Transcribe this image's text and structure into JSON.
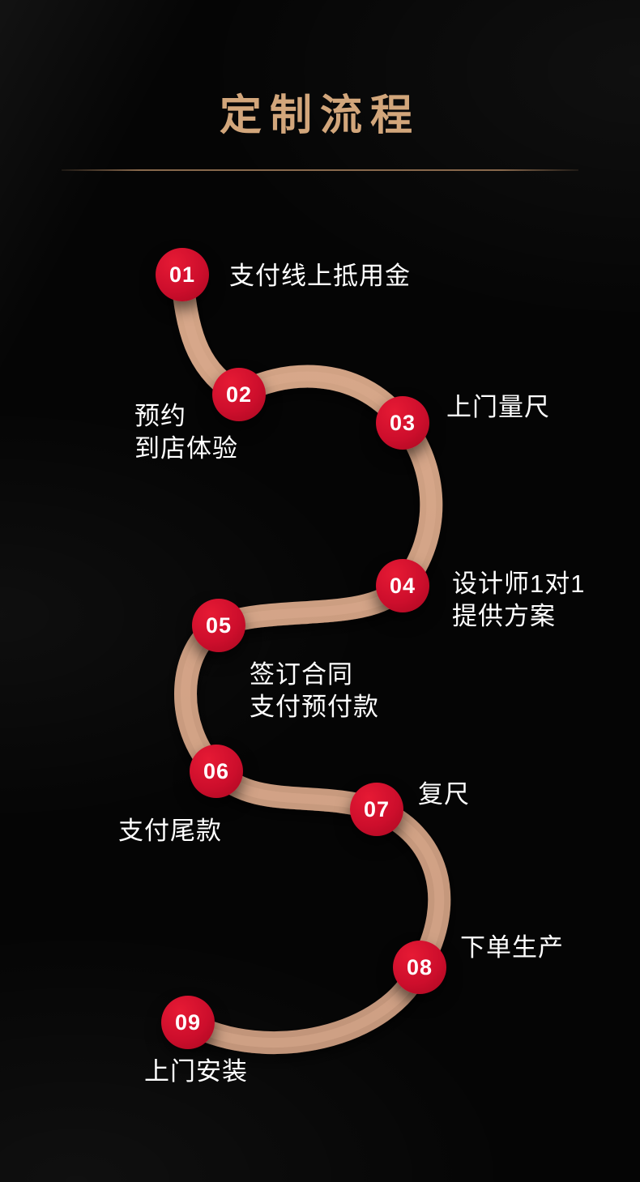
{
  "page": {
    "title": "定制流程"
  },
  "colors": {
    "background": "#050505",
    "title": "#d2a67b",
    "path": "#c99c80",
    "path_highlight": "#ddae90",
    "circle": "#cd0e2c",
    "label_text": "#ffffff"
  },
  "steps": [
    {
      "num": "01",
      "label": "支付线上抵用金"
    },
    {
      "num": "02",
      "label": "预约\n到店体验"
    },
    {
      "num": "03",
      "label": "上门量尺"
    },
    {
      "num": "04",
      "label": "设计师1对1\n提供方案"
    },
    {
      "num": "05",
      "label": "签订合同\n支付预付款"
    },
    {
      "num": "06",
      "label": "支付尾款"
    },
    {
      "num": "07",
      "label": "复尺"
    },
    {
      "num": "08",
      "label": "下单生产"
    },
    {
      "num": "09",
      "label": "上门安装"
    }
  ]
}
